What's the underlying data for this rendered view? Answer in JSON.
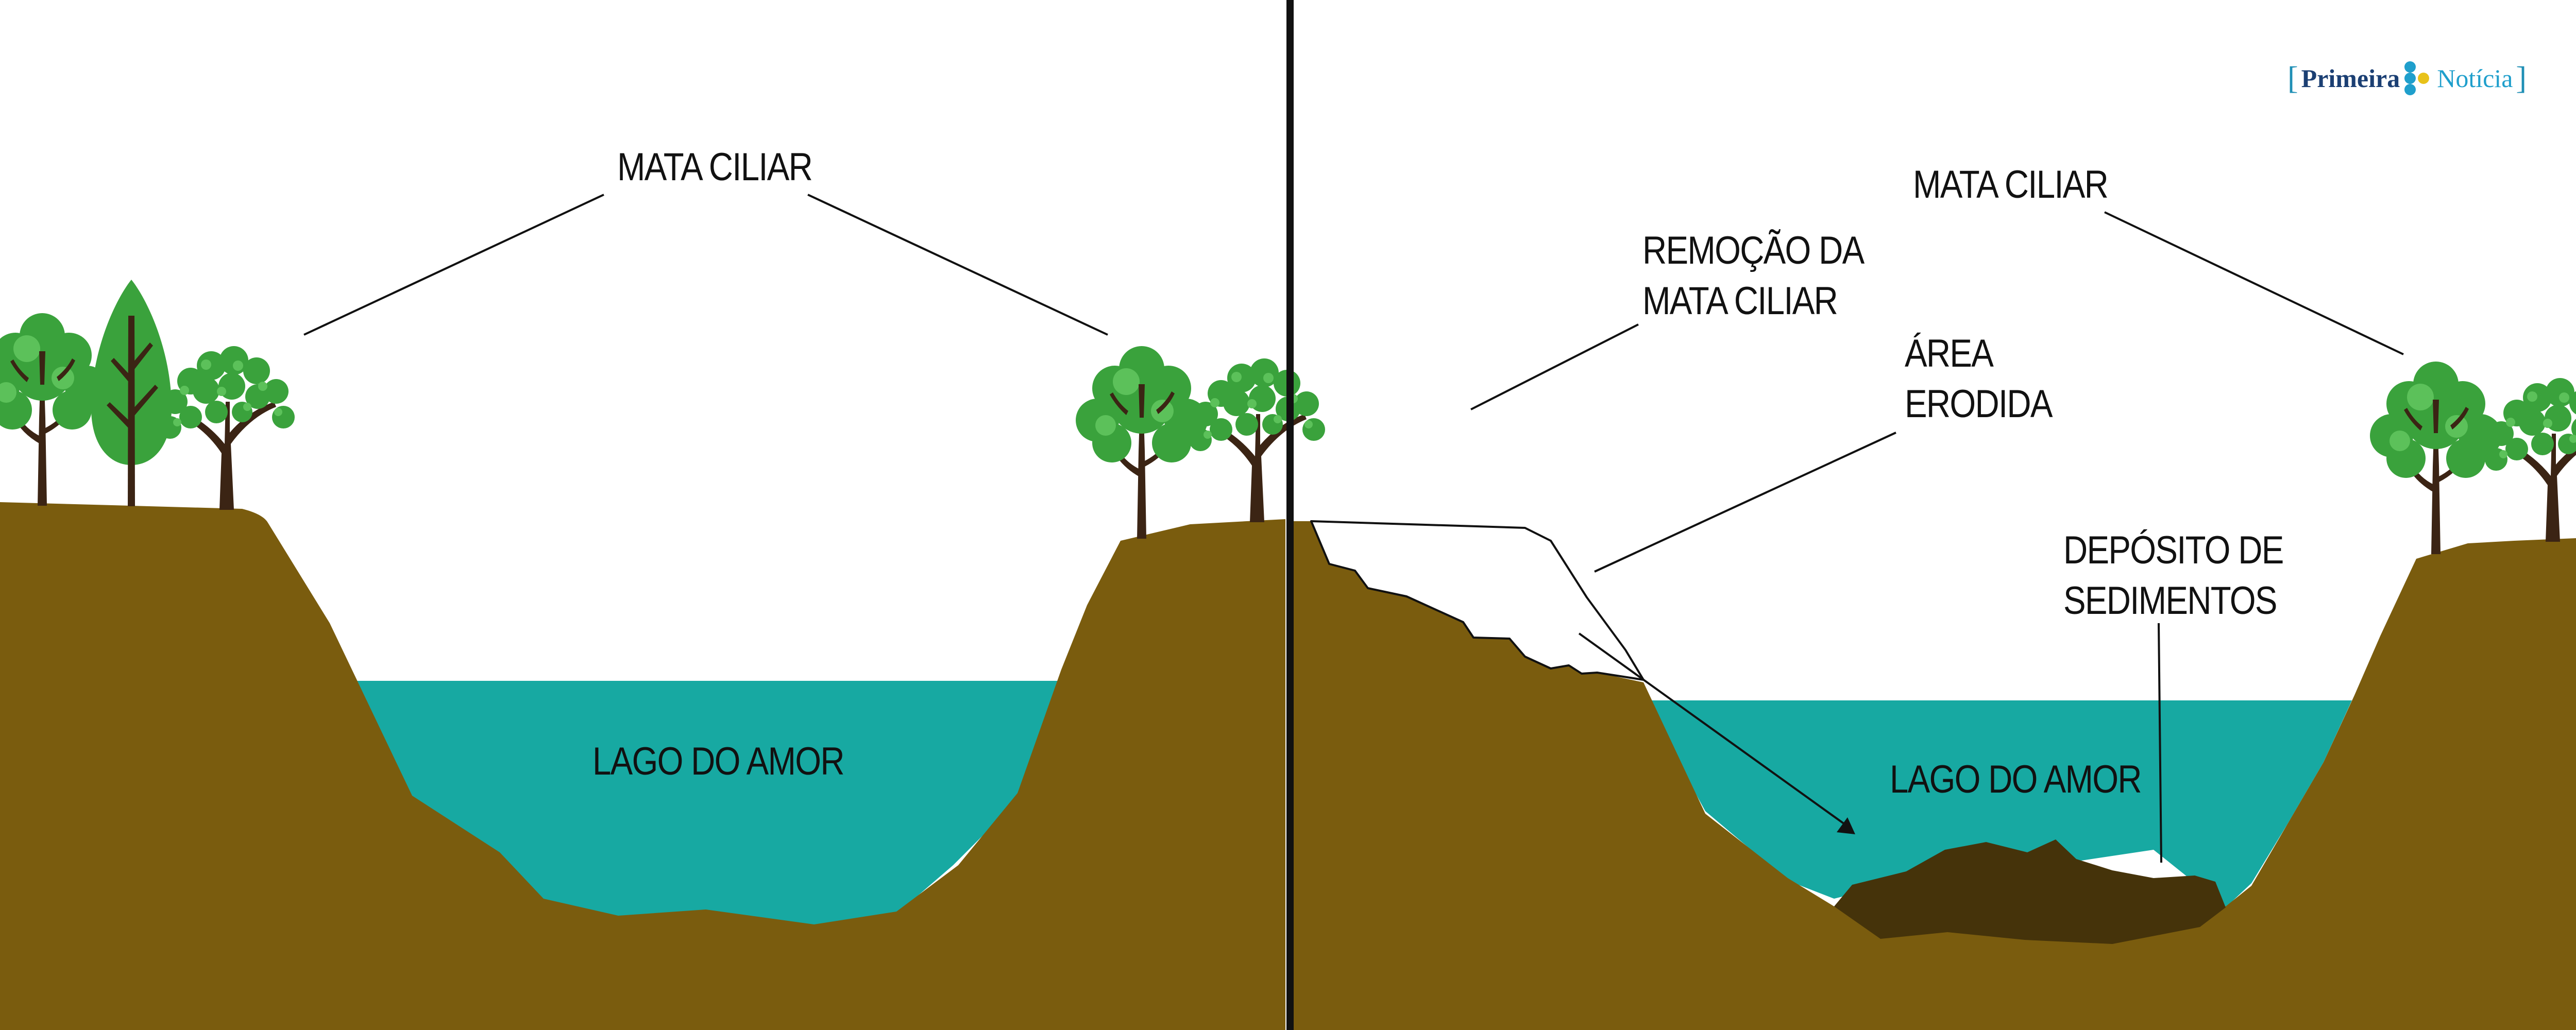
{
  "colors": {
    "soil": "#7a5c0e",
    "sediment": "#45330a",
    "water": "#17a9a2",
    "tree_green": "#3aa23c",
    "tree_light": "#5cc15a",
    "trunk": "#3b2414",
    "divider": "#111111",
    "logo_dark": "#1b3f73",
    "logo_light": "#1f9fcc"
  },
  "logo": {
    "left_bracket": "[",
    "word1": "Primeira",
    "word2": "Notícia",
    "right_bracket": "]"
  },
  "left_panel": {
    "label_mata_ciliar": "MATA CILIAR",
    "label_lago": "LAGO DO AMOR"
  },
  "right_panel": {
    "label_mata_ciliar": "MATA CILIAR",
    "label_remocao": "REMOÇÃO DA\nMATA CILIAR",
    "label_area": "ÁREA\nERODIDA",
    "label_deposito": "DEPÓSITO DE\nSEDIMENTOS",
    "label_lago": "LAGO DO AMOR"
  }
}
